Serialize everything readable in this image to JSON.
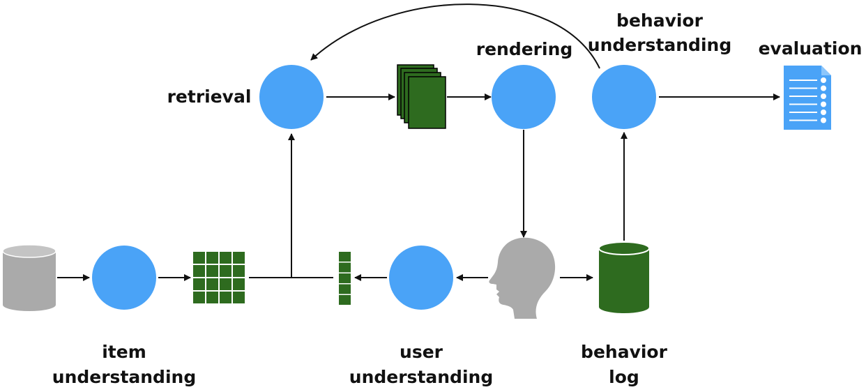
{
  "labels": {
    "retrieval": "retrieval",
    "rendering": "rendering",
    "behavior_understanding": [
      "behavior",
      "understanding"
    ],
    "evaluation": "evaluation",
    "item_understanding": [
      "item",
      "understanding"
    ],
    "user_understanding": [
      "user",
      "understanding"
    ],
    "behavior_log": [
      "behavior",
      "log"
    ]
  },
  "colors": {
    "node": "#4aa3f7",
    "green": "#2e6b1f",
    "grey": "#aaaaaa",
    "eval_blue": "#4aa3f7",
    "arrow": "#111111"
  },
  "icons": {
    "item_db": "database-icon",
    "behavior_db": "database-icon",
    "results_stack": "document-stack-icon",
    "item_matrix": "embedding-matrix-icon",
    "user_vector": "embedding-vector-icon",
    "user_head": "user-head-icon",
    "evaluation": "checklist-icon"
  }
}
